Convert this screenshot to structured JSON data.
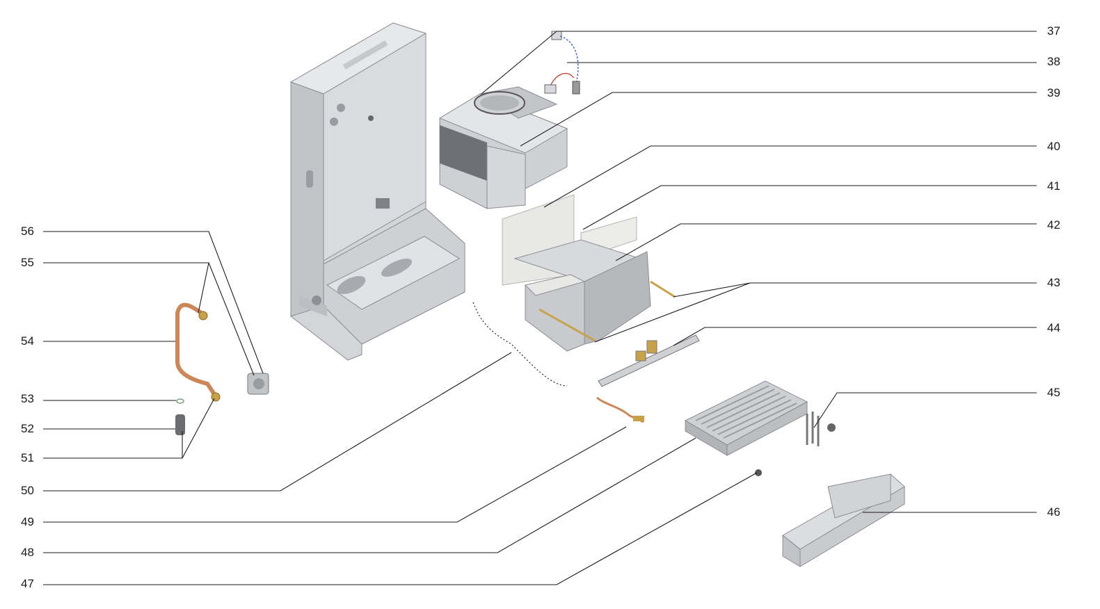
{
  "diagram": {
    "right_labels": [
      "37",
      "38",
      "39",
      "40",
      "41",
      "42",
      "43",
      "44",
      "45",
      "46"
    ],
    "left_labels": [
      "56",
      "55",
      "54",
      "53",
      "52",
      "51",
      "50",
      "49",
      "48",
      "47"
    ]
  },
  "colors": {
    "line": "#1a1a1a",
    "metal_light": "#dcdde0",
    "metal_mid": "#b9bbc0",
    "metal_dark": "#8e9096",
    "copper": "#c9875a",
    "brass": "#c8a24a",
    "insulation": "#e6e6e3"
  }
}
